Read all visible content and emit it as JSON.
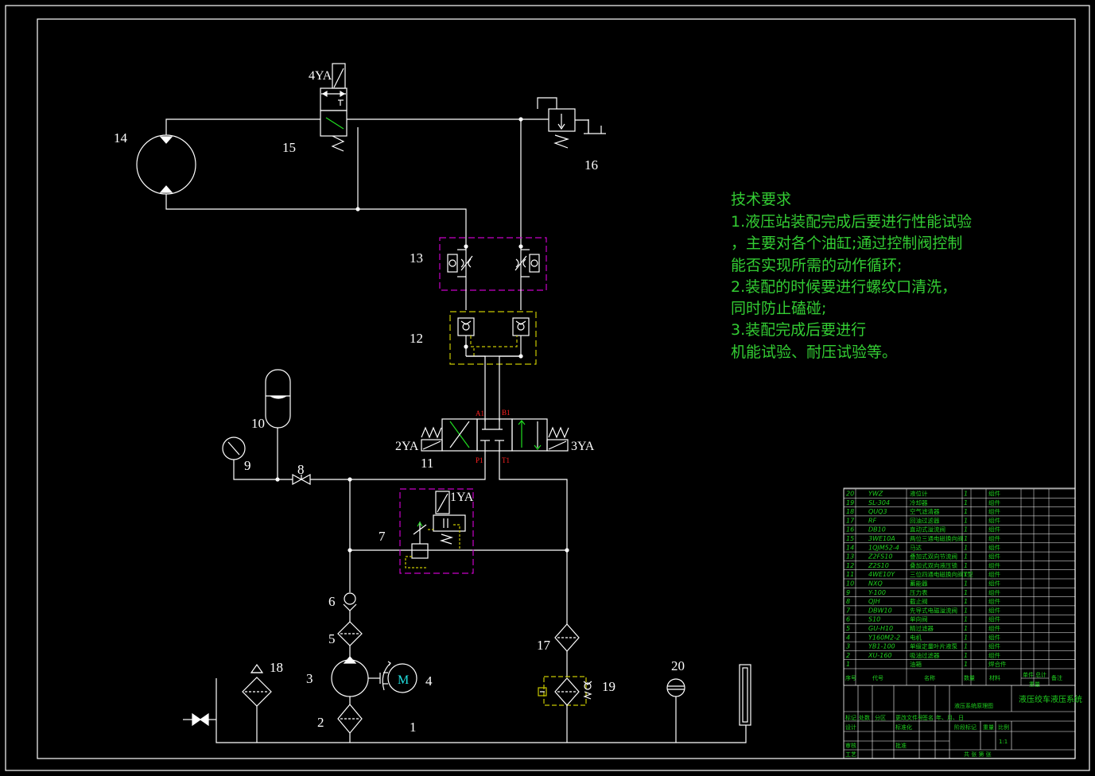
{
  "technical_requirements": {
    "lines": [
      "技术要求",
      "1.液压站装配完成后要进行性能试验",
      "，主要对各个油缸;通过控制阀控制",
      "能否实现所需的动作循环;",
      "2.装配的时候要进行螺纹口清洗，",
      "同时防止磕碰;",
      "3.装配完成后要进行",
      "机能试验、耐压试验等。"
    ]
  },
  "component_numbers": [
    "1",
    "2",
    "3",
    "4",
    "5",
    "6",
    "7",
    "8",
    "9",
    "10",
    "11",
    "12",
    "13",
    "14",
    "15",
    "16",
    "17",
    "18",
    "19",
    "20"
  ],
  "solenoid_tags": [
    "1YA",
    "2YA",
    "3YA",
    "4YA"
  ],
  "port_labels": [
    "A1",
    "B1",
    "P1",
    "T1"
  ],
  "motor_symbol": "M",
  "bom": {
    "rows": [
      {
        "no": "20",
        "code": "YWZ",
        "name": "液位计",
        "qty": "1",
        "mat": "组件"
      },
      {
        "no": "19",
        "code": "SL-304",
        "name": "冷却器",
        "qty": "1",
        "mat": "组件"
      },
      {
        "no": "18",
        "code": "QUQ3",
        "name": "空气滤清器",
        "qty": "1",
        "mat": "组件"
      },
      {
        "no": "17",
        "code": "RF",
        "name": "回油过滤器",
        "qty": "1",
        "mat": "组件"
      },
      {
        "no": "16",
        "code": "DB10",
        "name": "直动式溢流阀",
        "qty": "1",
        "mat": "组件"
      },
      {
        "no": "15",
        "code": "3WE10A",
        "name": "两位三通电磁换向阀",
        "qty": "1",
        "mat": "组件"
      },
      {
        "no": "14",
        "code": "1QJM52-4",
        "name": "马达",
        "qty": "1",
        "mat": "组件"
      },
      {
        "no": "13",
        "code": "Z2FS10",
        "name": "叠加式双向节流阀",
        "qty": "1",
        "mat": "组件"
      },
      {
        "no": "12",
        "code": "Z2S10",
        "name": "叠加式双向液压锁",
        "qty": "1",
        "mat": "组件"
      },
      {
        "no": "11",
        "code": "4WE10Y",
        "name": "三位四通电磁换向阀Y型",
        "qty": "1",
        "mat": "组件"
      },
      {
        "no": "10",
        "code": "NXQ",
        "name": "蓄能器",
        "qty": "1",
        "mat": "组件"
      },
      {
        "no": "9",
        "code": "Y-100",
        "name": "压力表",
        "qty": "1",
        "mat": "组件"
      },
      {
        "no": "8",
        "code": "QJH",
        "name": "截止阀",
        "qty": "1",
        "mat": "组件"
      },
      {
        "no": "7",
        "code": "DBW10",
        "name": "先导式电磁溢流阀",
        "qty": "1",
        "mat": "组件"
      },
      {
        "no": "6",
        "code": "S10",
        "name": "单向阀",
        "qty": "1",
        "mat": "组件"
      },
      {
        "no": "5",
        "code": "GU-H10",
        "name": "精过滤器",
        "qty": "1",
        "mat": "组件"
      },
      {
        "no": "4",
        "code": "Y160M2-2",
        "name": "电机",
        "qty": "1",
        "mat": "组件"
      },
      {
        "no": "3",
        "code": "YB1-100",
        "name": "单级定量叶片液泵",
        "qty": "1",
        "mat": "组件"
      },
      {
        "no": "2",
        "code": "XU-160",
        "name": "吸油过滤器",
        "qty": "1",
        "mat": "组件"
      },
      {
        "no": "1",
        "code": "",
        "name": "油箱",
        "qty": "1",
        "mat": "焊合件"
      }
    ],
    "header": {
      "no": "序号",
      "code": "代号",
      "name": "名称",
      "qty": "数量",
      "mat": "材料",
      "unit": "单件",
      "total": "总计",
      "weight": "重量",
      "remark": "备注"
    },
    "title_block": {
      "drawing_name": "液压系统原理图",
      "system_name": "液压绞车液压系统",
      "row_labels": [
        "标记",
        "处数",
        "分区",
        "更改文件号",
        "签名",
        "年、月、日"
      ],
      "design": "设计",
      "standardize": "标准化",
      "review": "审核",
      "process": "工艺",
      "approve": "批准",
      "stage_mark": "阶段标记",
      "weight": "重量",
      "scale": "比例",
      "scale_value": "1:1",
      "sheets": "共 张 第 张"
    }
  },
  "colors": {
    "line": "#ffffff",
    "text_green": "#33cc33",
    "magenta": "#c800c8",
    "yellow": "#c8c800",
    "port_red": "#ff2020",
    "arrow_green": "#20dd20",
    "motor_cyan": "#20e0e0"
  }
}
